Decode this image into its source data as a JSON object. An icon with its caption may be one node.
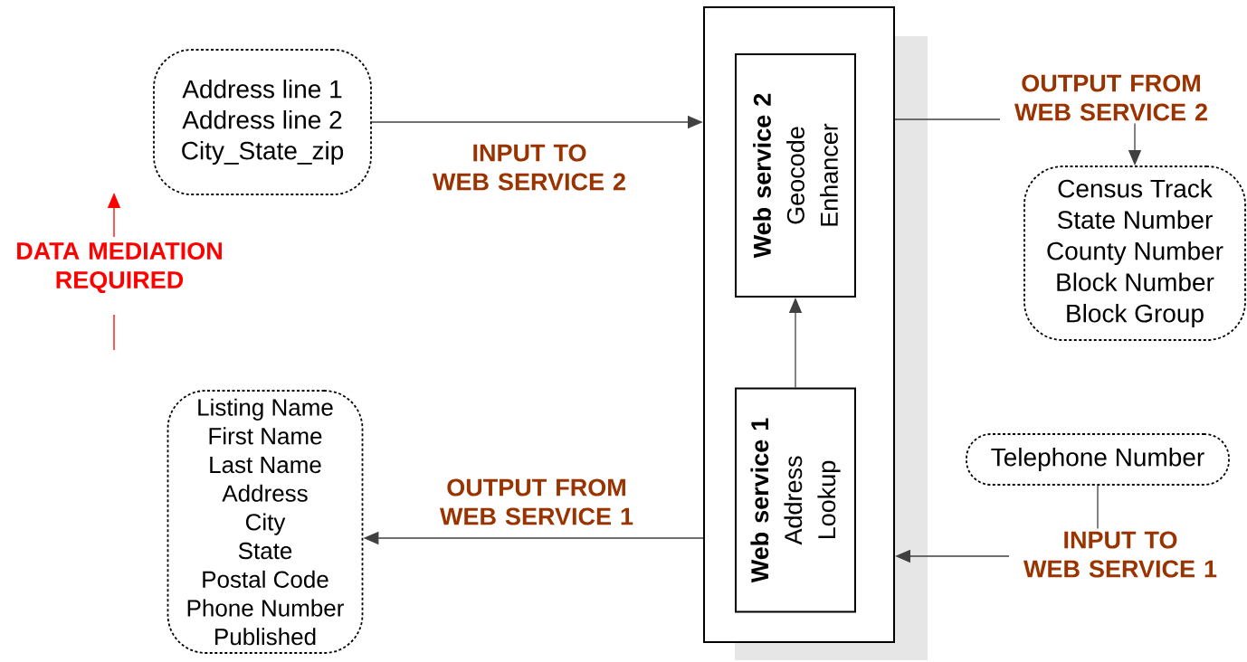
{
  "diagram": {
    "nodes": [
      {
        "text": [
          "Address line 1",
          "Address line 2",
          "City_State_zip"
        ]
      },
      {
        "text": [],
        "shape": "box"
      },
      {
        "text": [
          "Web service 2",
          "Geocode Enhancer"
        ],
        "in": 1
      },
      {
        "text": [
          "Web service 1",
          "Address Lookup"
        ],
        "in": 1
      },
      {
        "text": [
          "Census Track",
          "State Number",
          "County Number",
          "Block Number",
          "Block Group"
        ]
      },
      {
        "text": [
          "Telephone Number"
        ]
      },
      {
        "text": [
          "Listing Name",
          "First Name",
          "Last Name",
          "Address",
          "City",
          "State",
          "Postal Code",
          "Phone Number",
          "Published"
        ]
      }
    ],
    "edges": [
      {
        "from": 0,
        "to": 1,
        "arrow": "to",
        "label": "INPUT TO WEB SERVICE 2"
      },
      {
        "from": 1,
        "to": 4,
        "arrow": "to",
        "label": "OUTPUT FROM WEB SERVICE 2"
      },
      {
        "from": 3,
        "to": 2,
        "arrow": "to"
      },
      {
        "from": 5,
        "to": 1,
        "arrow": "to",
        "label": "INPUT TO WEB SERVICE 1"
      },
      {
        "from": 1,
        "to": 6,
        "arrow": "to",
        "label": "OUTPUT FROM WEB SERVICE 1"
      }
    ],
    "labels": [
      "DATA MEDIATION REQUIRED"
    ]
  }
}
